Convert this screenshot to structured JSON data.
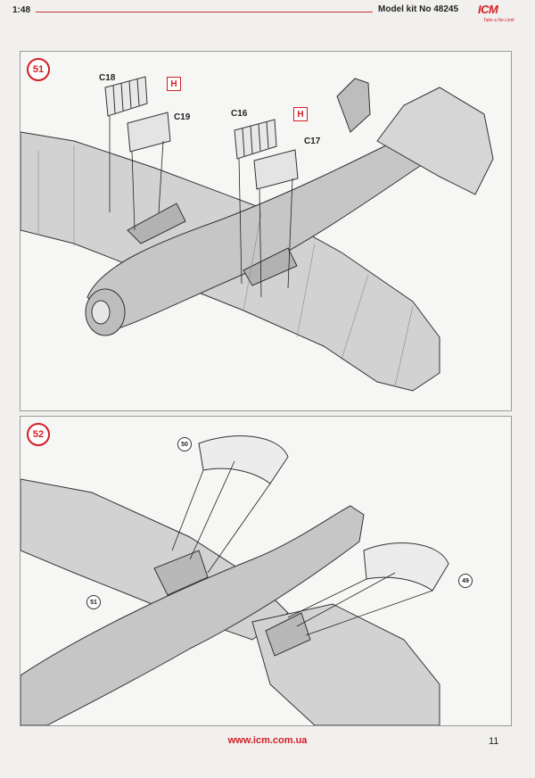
{
  "header": {
    "scale": "1:48",
    "kit_label": "Model kit No 48245",
    "logo_text": "ICM",
    "logo_tagline": "Take a No Limit"
  },
  "step51": {
    "number": "51",
    "parts": [
      "C18",
      "C19",
      "C16",
      "C17"
    ],
    "color_code": "H"
  },
  "step52": {
    "number": "52",
    "refs": [
      "50",
      "49",
      "51"
    ]
  },
  "footer": {
    "url": "www.icm.com.ua",
    "page": "11"
  },
  "colors": {
    "accent": "#d21e24",
    "line": "#333333",
    "aircraft_fill": "#cfcfcf"
  },
  "icons": [
    "icm-logo-icon"
  ]
}
